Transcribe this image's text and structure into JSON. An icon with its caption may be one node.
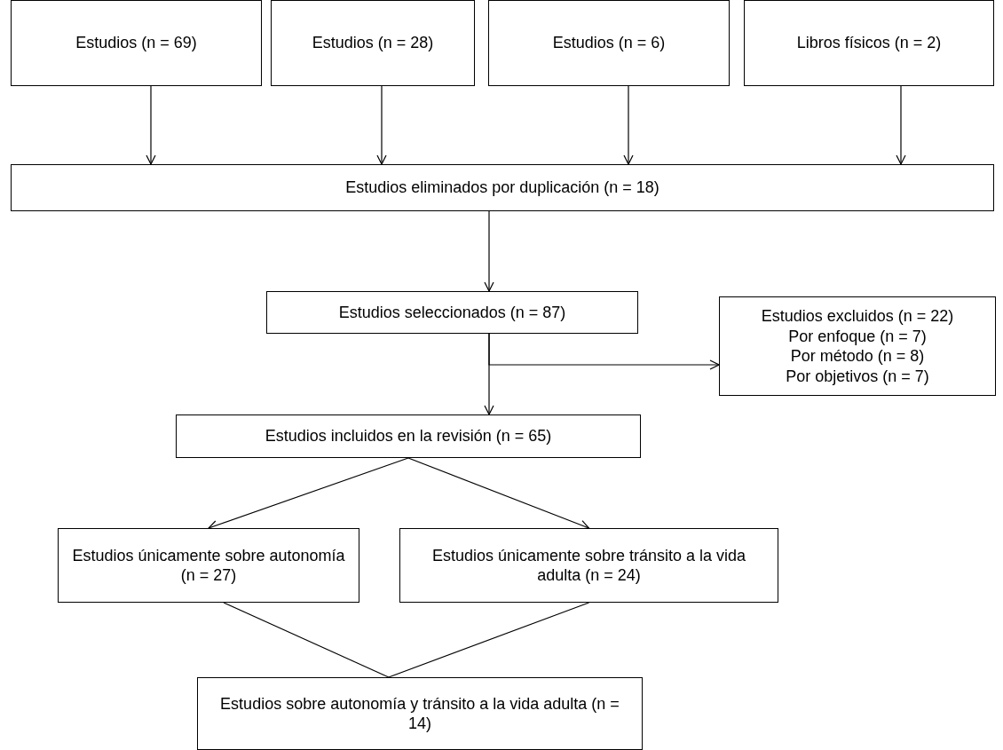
{
  "diagram": {
    "nodes": [
      {
        "text": [
          "Estudios (n = 69)"
        ]
      },
      {
        "text": [
          "Estudios (n = 28)"
        ]
      },
      {
        "text": [
          "Estudios (n = 6)"
        ]
      },
      {
        "text": [
          "Libros físicos (n = 2)"
        ]
      },
      {
        "text": [
          "Estudios eliminados por duplicación (n =  18)"
        ]
      },
      {
        "text": [
          "Estudios seleccionados (n = 87)"
        ]
      },
      {
        "text": [
          "Estudios excluidos (n = 22)",
          "Por enfoque (n = 7)",
          "Por método (n = 8)",
          "Por objetivos (n = 7)"
        ]
      },
      {
        "text": [
          "Estudios incluidos en la revisión (n = 65)"
        ]
      },
      {
        "text": [
          "Estudios únicamente sobre autonomía (n = 27)"
        ]
      },
      {
        "text": [
          "Estudios únicamente sobre tránsito a la vida adulta (n = 24)"
        ]
      },
      {
        "text": [
          "Estudios sobre autonomía y tránsito a la vida adulta  (n = 14)"
        ]
      }
    ],
    "edges": [
      {
        "from": 0,
        "to": 4,
        "arrow": "to"
      },
      {
        "from": 1,
        "to": 4,
        "arrow": "to"
      },
      {
        "from": 2,
        "to": 4,
        "arrow": "to"
      },
      {
        "from": 3,
        "to": 4,
        "arrow": "to"
      },
      {
        "from": 4,
        "to": 5,
        "arrow": "to"
      },
      {
        "from": 5,
        "to": 7,
        "arrow": "to"
      },
      {
        "from": 5,
        "to": 6,
        "arrow": "to"
      },
      {
        "from": 7,
        "to": 8,
        "arrow": "to"
      },
      {
        "from": 7,
        "to": 9,
        "arrow": "to"
      },
      {
        "from": 8,
        "to": 10,
        "arrow": "none"
      },
      {
        "from": 9,
        "to": 10,
        "arrow": "none"
      }
    ]
  }
}
